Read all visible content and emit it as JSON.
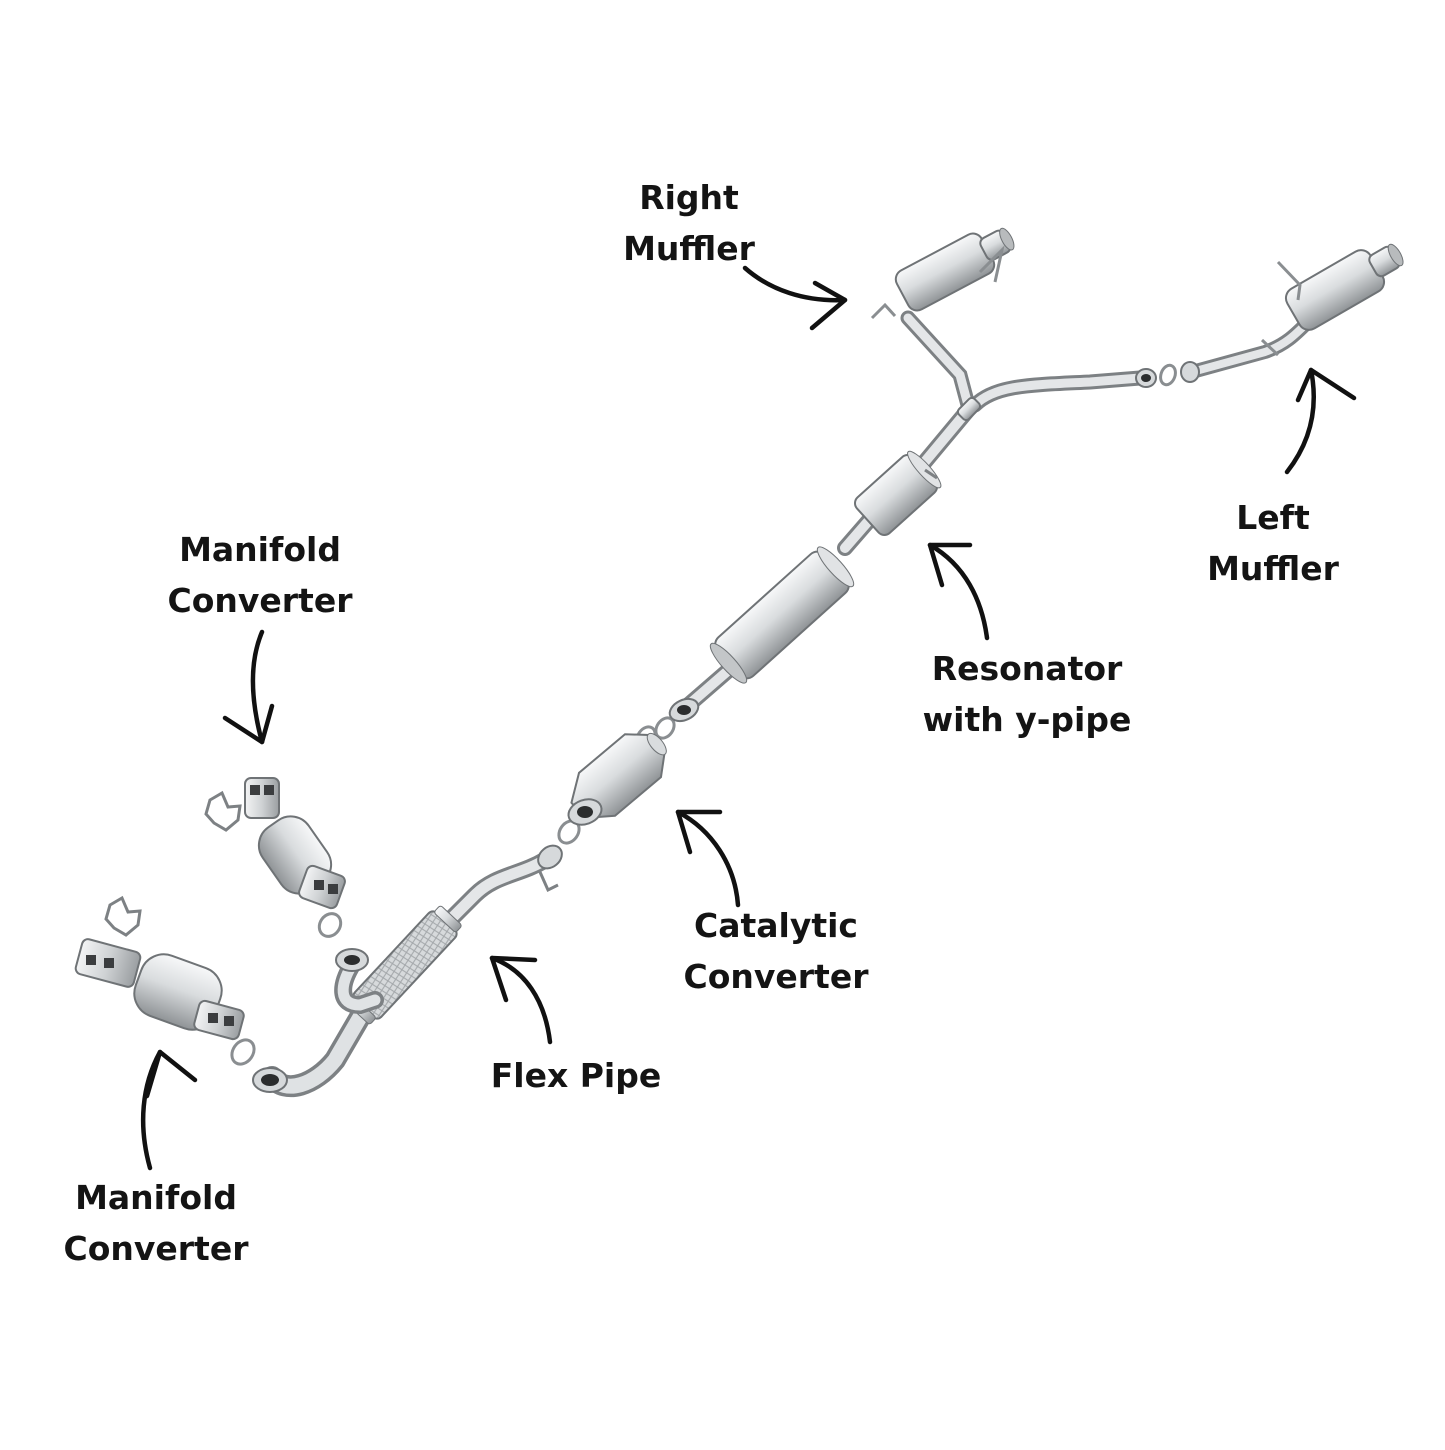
{
  "labels": {
    "right_muffler": [
      "Right",
      "Muffler"
    ],
    "left_muffler": [
      "Left",
      "Muffler"
    ],
    "resonator": [
      "Resonator",
      "with y-pipe"
    ],
    "manifold_upper": [
      "Manifold",
      "Converter"
    ],
    "manifold_lower": [
      "Manifold",
      "Converter"
    ],
    "catalytic": [
      "Catalytic",
      "Converter"
    ],
    "flex_pipe": [
      "Flex Pipe"
    ]
  },
  "colors": {
    "text": "#141414",
    "arrow": "#111111",
    "metal_light": "#eef0f1",
    "metal_mid": "#c9ccce",
    "metal_dark": "#8e9295",
    "outline": "#6f7376"
  }
}
